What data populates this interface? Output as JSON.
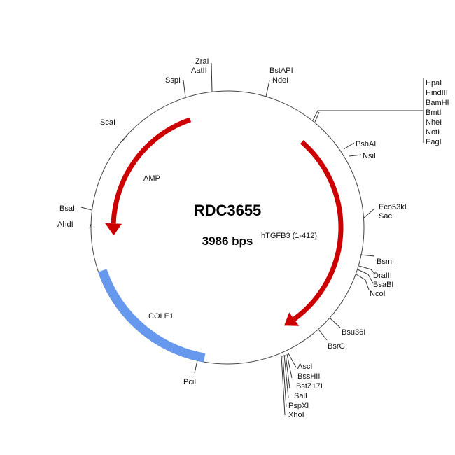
{
  "title": "RDC3655",
  "size": "3986 bps",
  "features": {
    "amp": "AMP",
    "htgfb3": "hTGFB3 (1-412)",
    "cole1": "COLE1"
  },
  "colors": {
    "arrow": "#cc0000",
    "ori": "#6699ee",
    "backbone": "#444444"
  },
  "sites": {
    "zral": "ZraI",
    "aatii": "AatII",
    "sspi": "SspI",
    "bstapi": "BstAPI",
    "ndei": "NdeI",
    "cluster": [
      "HpaI",
      "HindIII",
      "BamHI",
      "BmtI",
      "NheI",
      "NotI",
      "EagI"
    ],
    "pshai": "PshAI",
    "nsii": "NsiI",
    "eco53ki": "Eco53kI",
    "saci": "SacI",
    "bsmi": "BsmI",
    "draiii": "DraIII",
    "bsabi": "BsaBI",
    "ncoi": "NcoI",
    "bsu36i": "Bsu36I",
    "bsrgi": "BsrGI",
    "asci": "AscI",
    "bsshii": "BssHII",
    "bstz17i": "BstZ17I",
    "sali": "SalI",
    "pspxi": "PspXI",
    "xhoi": "XhoI",
    "pcii": "PciI",
    "scai": "ScaI",
    "bsai": "BsaI",
    "ahdi": "AhdI"
  }
}
